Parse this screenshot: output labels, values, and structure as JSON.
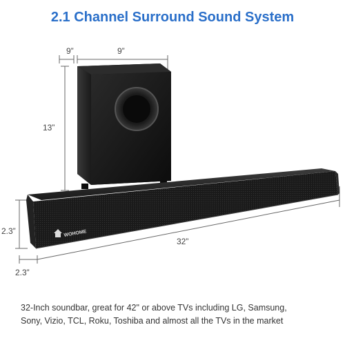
{
  "title": "2.1 Channel Surround Sound System",
  "dimensions": {
    "sub_depth": "9”",
    "sub_width": "9”",
    "sub_height": "13”",
    "bar_height": "2.3”",
    "bar_length": "32”",
    "bar_depth": "2.3”"
  },
  "brand": "WOHOME",
  "caption": {
    "line1": "32-Inch soundbar, great for 42\" or above TVs including LG, Samsung,",
    "line2": "Sony, Vizio, TCL, Roku, Toshiba and almost all the TVs in the market"
  },
  "colors": {
    "title": "#2a6fc9",
    "product": "#151515",
    "dimension_lines": "#666666"
  }
}
